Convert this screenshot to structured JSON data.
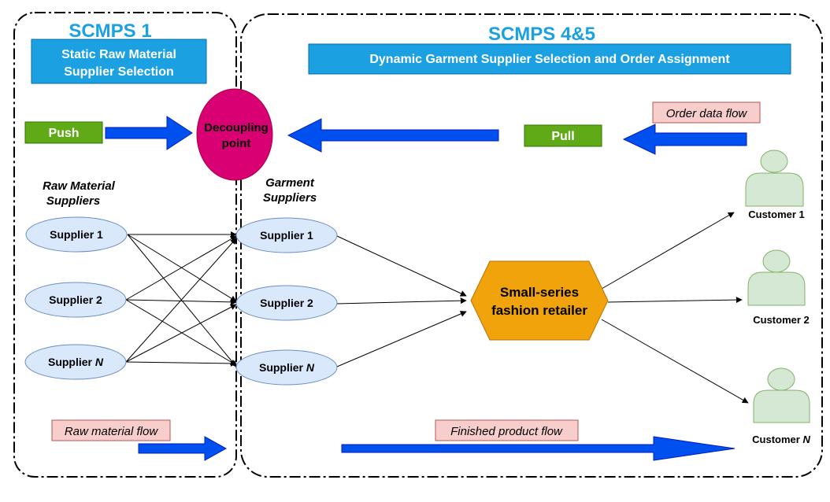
{
  "colors": {
    "section_title": "#1ba1e2",
    "banner_fill": "#1ba1e2",
    "button_green": "#60a917",
    "decoupling_fill": "#d80073",
    "arrow_blue": "#0050ef",
    "supplier_fill": "#dae8fc",
    "supplier_stroke": "#6c8ebf",
    "retailer_fill": "#f0a30a",
    "retailer_stroke": "#bd7000",
    "customer_fill": "#d5e8d4",
    "customer_stroke": "#82b366",
    "flow_label_fill": "#f8cecc",
    "flow_label_stroke": "#b85450"
  },
  "left_section": {
    "title": "SCMPS 1",
    "banner": [
      "Static Raw Material",
      "Supplier Selection"
    ],
    "push_label": "Push",
    "group_label": [
      "Raw Material",
      "Suppliers"
    ],
    "suppliers": [
      {
        "name": "Supplier 1",
        "suffix": ""
      },
      {
        "name": "Supplier 2",
        "suffix": ""
      },
      {
        "name": "Supplier ",
        "suffix": "N"
      }
    ],
    "flow_label": "Raw material flow"
  },
  "decoupling": {
    "label": [
      "Decoupling",
      "point"
    ]
  },
  "right_section": {
    "title": "SCMPS 4&5",
    "banner": "Dynamic Garment Supplier Selection and Order Assignment",
    "pull_label": "Pull",
    "order_flow_label": "Order data flow",
    "group_label": [
      "Garment",
      "Suppliers"
    ],
    "suppliers": [
      {
        "name": "Supplier 1",
        "suffix": ""
      },
      {
        "name": "Supplier 2",
        "suffix": ""
      },
      {
        "name": "Supplier ",
        "suffix": "N"
      }
    ],
    "retailer": [
      "Small-series",
      "fashion retailer"
    ],
    "customers": [
      {
        "name": "Customer 1",
        "suffix": ""
      },
      {
        "name": "Customer 2",
        "suffix": ""
      },
      {
        "name": "Customer ",
        "suffix": "N"
      }
    ],
    "flow_label": "Finished product flow"
  }
}
